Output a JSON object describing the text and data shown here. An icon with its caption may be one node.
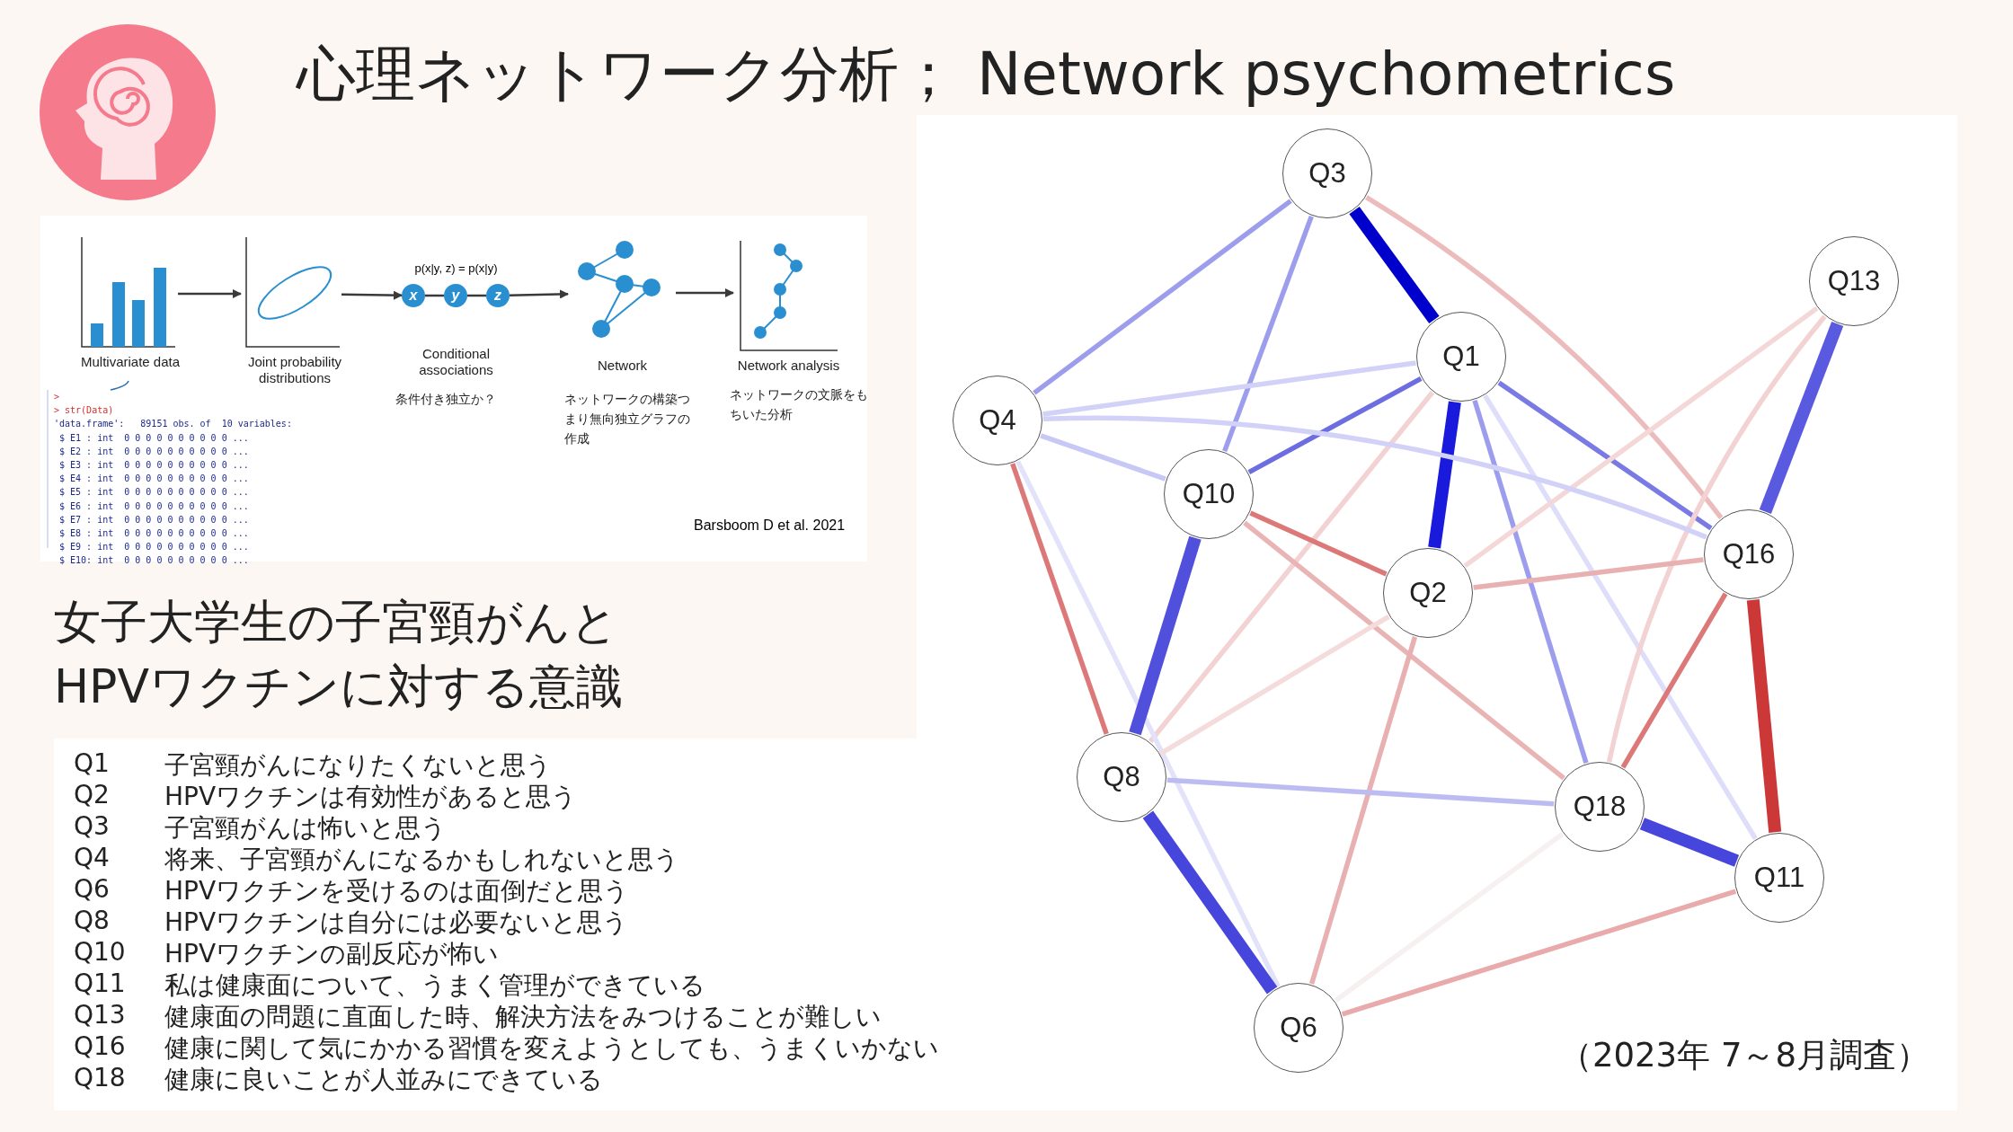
{
  "diagram": {
    "title": "心理ネットワーク分析； Network psychometrics",
    "nodes": [
      {
        "text": [
          "Multivariate data"
        ]
      },
      {
        "text": [
          "Joint probability distributions"
        ]
      },
      {
        "text": [
          "Conditional associations"
        ],
        "beside": [
          "条件付き独立か？"
        ]
      },
      {
        "text": [
          "x"
        ]
      },
      {
        "text": [
          "y"
        ]
      },
      {
        "text": [
          "z"
        ]
      },
      {
        "text": [
          "Network"
        ],
        "beside": [
          "ネットワークの構築つまり無向独立グラフの作成"
        ]
      },
      {
        "text": [
          "Network analysis"
        ],
        "beside": [
          "ネットワークの文脈をもちいた分析"
        ]
      },
      {
        "text": [
          ">",
          "> str(Data)",
          "'data.frame':   89151 obs. of  10 variables:",
          " $ E1 : int  0 0 0 0 0 0 0 0 0 0 ...",
          " $ E2 : int  0 0 0 0 0 0 0 0 0 0 ...",
          " $ E3 : int  0 0 0 0 0 0 0 0 0 0 ...",
          " $ E4 : int  0 0 0 0 0 0 0 0 0 0 ...",
          " $ E5 : int  0 0 0 0 0 0 0 0 0 0 ...",
          " $ E6 : int  0 0 0 0 0 0 0 0 0 0 ...",
          " $ E7 : int  0 0 0 0 0 0 0 0 0 0 ...",
          " $ E8 : int  0 0 0 0 0 0 0 0 0 0 ...",
          " $ E9 : int  0 0 0 0 0 0 0 0 0 0 ...",
          " $ E10: int  0 0 0 0 0 0 0 0 0 0 ..."
        ]
      },
      {
        "text": [
          "Q3"
        ]
      },
      {
        "text": [
          "Q13"
        ]
      },
      {
        "text": [
          "Q1"
        ]
      },
      {
        "text": [
          "Q4"
        ]
      },
      {
        "text": [
          "Q10"
        ]
      },
      {
        "text": [
          "Q16"
        ]
      },
      {
        "text": [
          "Q2"
        ]
      },
      {
        "text": [
          "Q8"
        ]
      },
      {
        "text": [
          "Q18"
        ]
      },
      {
        "text": [
          "Q11"
        ]
      },
      {
        "text": [
          "Q6"
        ]
      }
    ],
    "edges": [
      {
        "from": 0,
        "to": 1,
        "arrow": "to",
        "color": "#3a3a3a"
      },
      {
        "from": 1,
        "to": 3,
        "arrow": "to",
        "color": "#3a3a3a"
      },
      {
        "from": 3,
        "to": 4,
        "arrow": "none",
        "color": "#3a3a3a"
      },
      {
        "from": 4,
        "to": 5,
        "arrow": "none",
        "color": "#3a3a3a"
      },
      {
        "from": 5,
        "to": 6,
        "arrow": "to",
        "color": "#3a3a3a"
      },
      {
        "from": 6,
        "to": 7,
        "arrow": "to",
        "color": "#3a3a3a"
      },
      {
        "from": 0,
        "to": 8,
        "arrow": "none",
        "color": "#2a6fb0"
      },
      {
        "from": 9,
        "to": 11,
        "arrow": "none",
        "style": "thick",
        "color": "#0000cc"
      },
      {
        "from": 9,
        "to": 12,
        "arrow": "none",
        "color": "#9d9dee"
      },
      {
        "from": 9,
        "to": 13,
        "arrow": "none",
        "color": "#9d9dee"
      },
      {
        "from": 9,
        "to": 14,
        "arrow": "none",
        "color": "#ecbcbc"
      },
      {
        "from": 11,
        "to": 12,
        "arrow": "none",
        "color": "#d2d2f8"
      },
      {
        "from": 11,
        "to": 13,
        "arrow": "none",
        "color": "#6d6de2"
      },
      {
        "from": 11,
        "to": 15,
        "arrow": "none",
        "style": "thick",
        "color": "#1a1add"
      },
      {
        "from": 11,
        "to": 14,
        "arrow": "none",
        "color": "#7a7ae4"
      },
      {
        "from": 11,
        "to": 17,
        "arrow": "none",
        "color": "#9d9dee"
      },
      {
        "from": 11,
        "to": 18,
        "arrow": "none",
        "color": "#dedefa"
      },
      {
        "from": 11,
        "to": 16,
        "arrow": "none",
        "color": "#f2d2d2"
      },
      {
        "from": 10,
        "to": 14,
        "arrow": "none",
        "style": "thick",
        "color": "#5a5ae0"
      },
      {
        "from": 10,
        "to": 15,
        "arrow": "none",
        "color": "#f4d8d8"
      },
      {
        "from": 10,
        "to": 17,
        "arrow": "none",
        "color": "#f2d2d2"
      },
      {
        "from": 12,
        "to": 13,
        "arrow": "none",
        "color": "#c8c8f6"
      },
      {
        "from": 12,
        "to": 14,
        "arrow": "none",
        "color": "#d2d2f8"
      },
      {
        "from": 12,
        "to": 16,
        "arrow": "none",
        "color": "#dc7878"
      },
      {
        "from": 12,
        "to": 19,
        "arrow": "none",
        "color": "#e2e2fb"
      },
      {
        "from": 13,
        "to": 15,
        "arrow": "none",
        "color": "#dc7878"
      },
      {
        "from": 13,
        "to": 16,
        "arrow": "none",
        "style": "thick",
        "color": "#5050dc"
      },
      {
        "from": 13,
        "to": 17,
        "arrow": "none",
        "color": "#e8b4b4"
      },
      {
        "from": 15,
        "to": 14,
        "arrow": "none",
        "color": "#e8b0b0"
      },
      {
        "from": 15,
        "to": 19,
        "arrow": "none",
        "color": "#e8b0b0"
      },
      {
        "from": 15,
        "to": 16,
        "arrow": "none",
        "color": "#f4dcdc"
      },
      {
        "from": 14,
        "to": 17,
        "arrow": "none",
        "color": "#dc7878"
      },
      {
        "from": 14,
        "to": 18,
        "arrow": "none",
        "style": "thick",
        "color": "#cc3838"
      },
      {
        "from": 17,
        "to": 18,
        "arrow": "none",
        "style": "thick",
        "color": "#4646dc"
      },
      {
        "from": 16,
        "to": 17,
        "arrow": "none",
        "color": "#bcbcf2"
      },
      {
        "from": 16,
        "to": 19,
        "arrow": "none",
        "style": "thick",
        "color": "#4646dc"
      },
      {
        "from": 19,
        "to": 18,
        "arrow": "none",
        "color": "#e8aaaa"
      },
      {
        "from": 19,
        "to": 17,
        "arrow": "none",
        "color": "#f6f0f0"
      }
    ],
    "labels": [
      "p(x|y, z) = p(x|y)",
      "女子大学生の子宮頸がんとHPVワクチンに対する意識",
      "Barsboom D et al. 2021",
      "Q1",
      "子宮頸がんになりたくないと思う",
      "Q2",
      "HPVワクチンは有効性があると思う",
      "Q3",
      "子宮頸がんは怖いと思う",
      "Q4",
      "将来、子宮頸がんになるかもしれないと思う",
      "Q6",
      "HPVワクチンを受けるのは面倒だと思う",
      "Q8",
      "HPVワクチンは自分には必要ないと思う",
      "Q10",
      "HPVワクチンの副反応が怖い",
      "Q11",
      "私は健康面について、うまく管理ができている",
      "Q13",
      "健康面の問題に直面した時、解決方法をみつけることが難しい",
      "Q16",
      "健康に関して気にかかる習慣を変えようとしても、うまくいかない",
      "Q18",
      "健康に良いことが人並みにできている",
      "（2023年 7～8月調査）"
    ]
  }
}
